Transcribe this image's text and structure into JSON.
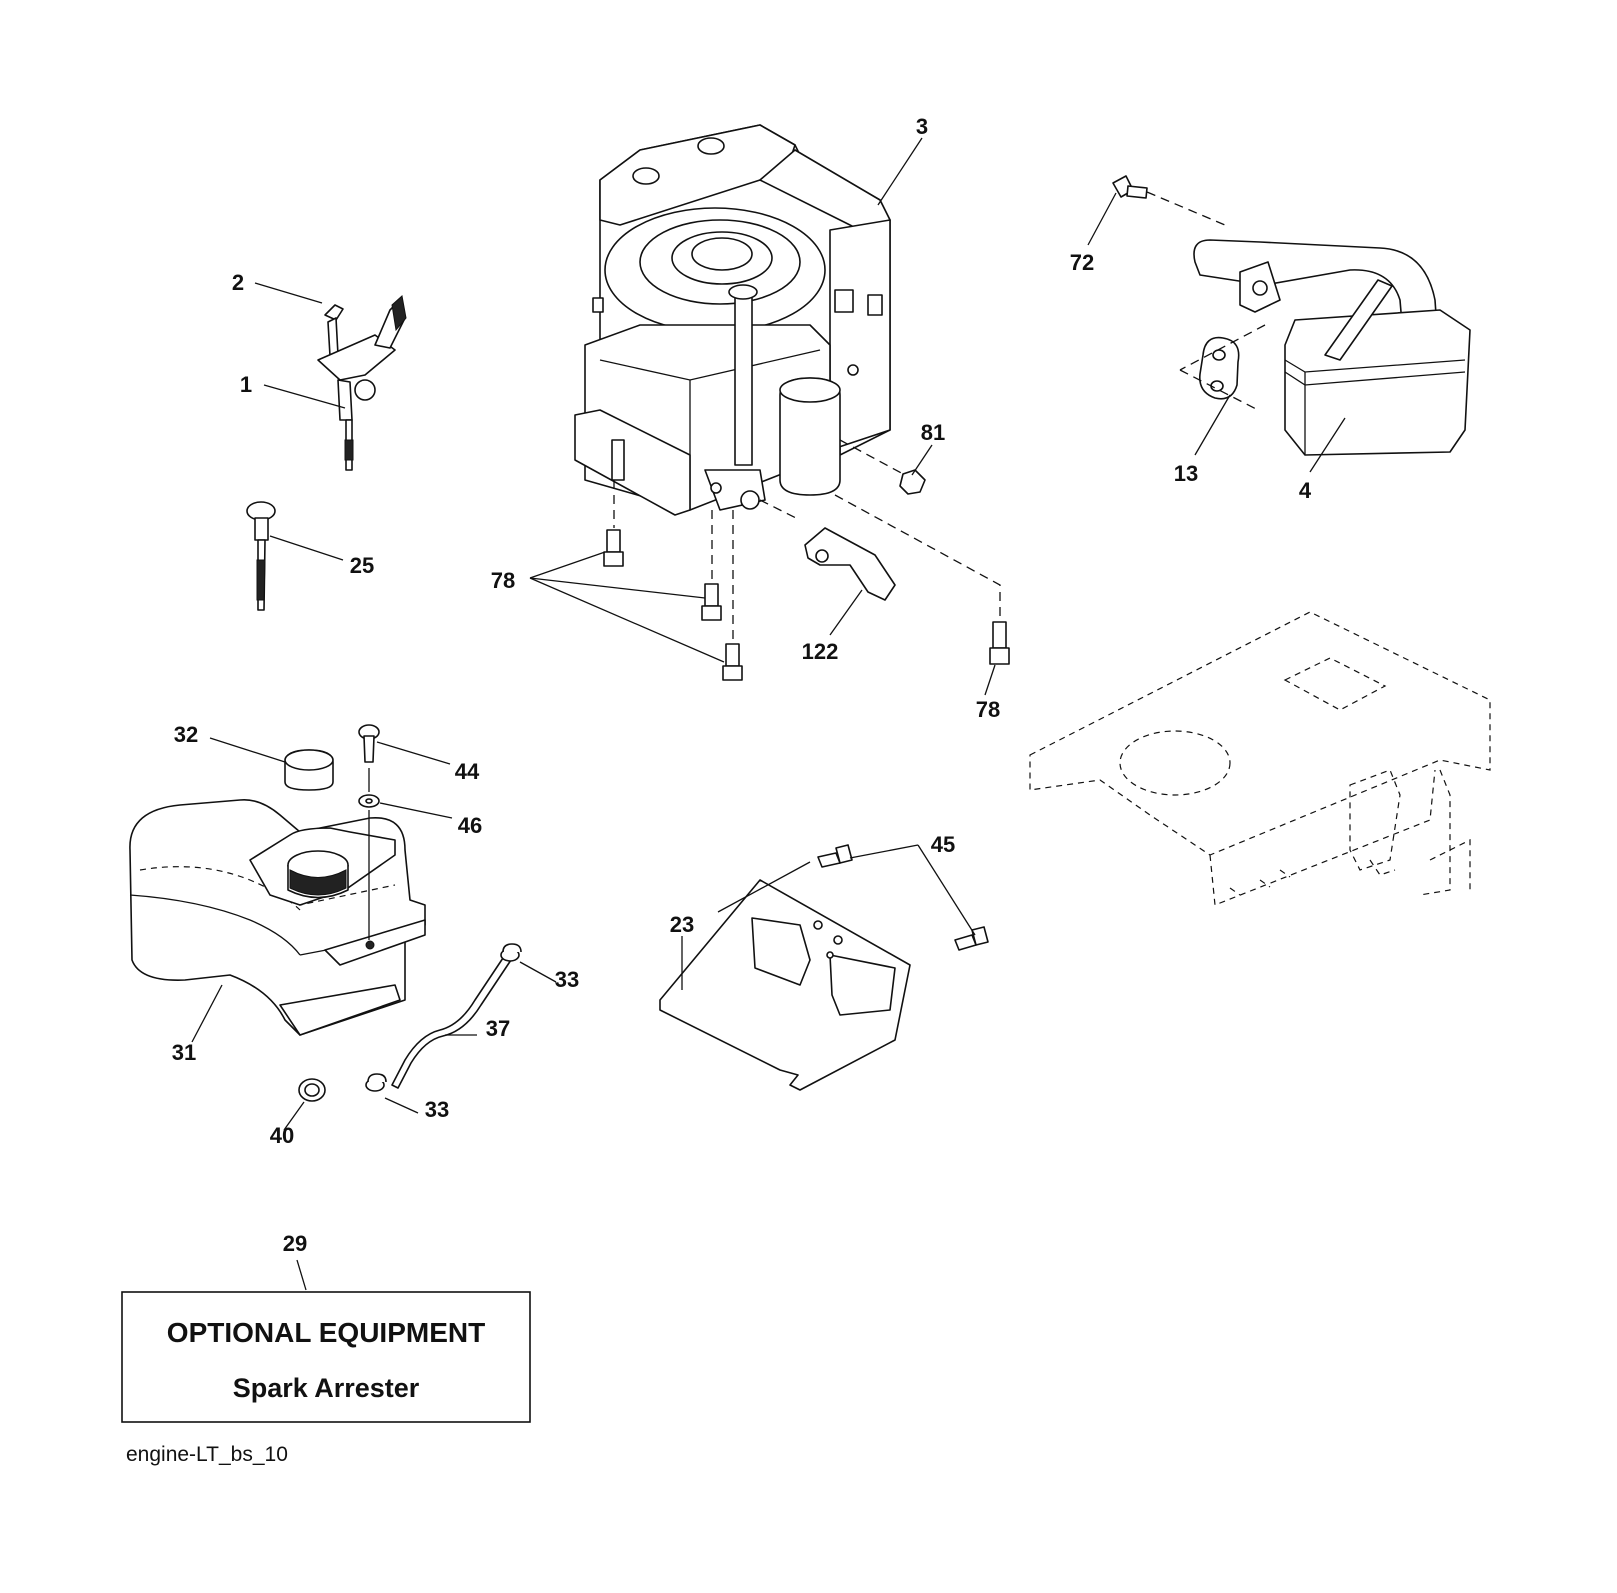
{
  "callouts": [
    {
      "id": "3",
      "label": "3"
    },
    {
      "id": "72",
      "label": "72"
    },
    {
      "id": "2",
      "label": "2"
    },
    {
      "id": "1",
      "label": "1"
    },
    {
      "id": "81",
      "label": "81"
    },
    {
      "id": "13",
      "label": "13"
    },
    {
      "id": "4",
      "label": "4"
    },
    {
      "id": "25",
      "label": "25"
    },
    {
      "id": "78a",
      "label": "78"
    },
    {
      "id": "122",
      "label": "122"
    },
    {
      "id": "78b",
      "label": "78"
    },
    {
      "id": "32",
      "label": "32"
    },
    {
      "id": "44",
      "label": "44"
    },
    {
      "id": "46",
      "label": "46"
    },
    {
      "id": "45",
      "label": "45"
    },
    {
      "id": "23",
      "label": "23"
    },
    {
      "id": "33a",
      "label": "33"
    },
    {
      "id": "37",
      "label": "37"
    },
    {
      "id": "31",
      "label": "31"
    },
    {
      "id": "33b",
      "label": "33"
    },
    {
      "id": "40",
      "label": "40"
    },
    {
      "id": "29",
      "label": "29"
    }
  ],
  "optional_box": {
    "title": "OPTIONAL EQUIPMENT",
    "subtitle": "Spark Arrester"
  },
  "diagram_ref": "engine-LT_bs_10"
}
